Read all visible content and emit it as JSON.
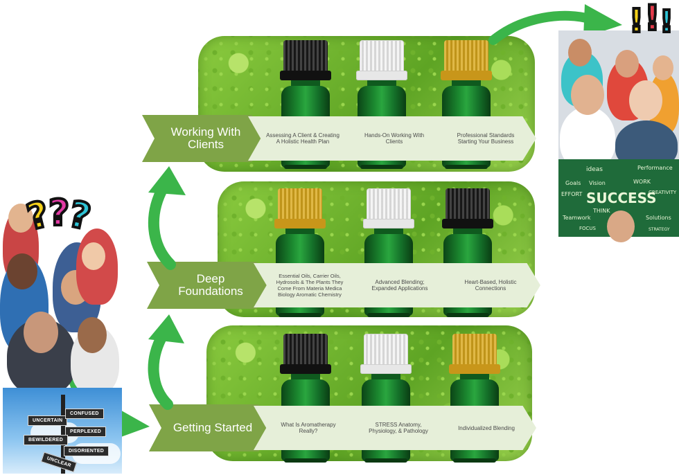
{
  "tiers": [
    {
      "title": "Working With Clients",
      "steps": [
        "Assessing A Client & Creating A Holistic Health Plan",
        "Hands-On Working With Clients",
        "Professional Standards Starting Your Business"
      ],
      "caps": [
        "black",
        "white",
        "gold"
      ]
    },
    {
      "title": "Deep Foundations",
      "steps": [
        "Essential Oils, Carrier Oils, Hydrosols & The Plants They Come From Materia Medica Biology Aromatic Chemistry",
        "Advanced Blending; Expanded Applications",
        "Heart-Based, Holistic Connections"
      ],
      "caps": [
        "gold",
        "white",
        "black"
      ]
    },
    {
      "title": "Getting Started",
      "steps": [
        "What Is Aromatherapy Really?",
        "STRESS Anatomy, Physiology, & Pathology",
        "Individualized  Blending"
      ],
      "caps": [
        "black",
        "white",
        "gold"
      ]
    }
  ],
  "signpost": [
    "UNCERTAIN",
    "CONFUSED",
    "PERPLEXED",
    "BEWILDERED",
    "DISORIENTED",
    "UNCLEAR"
  ],
  "question_marks": [
    "?",
    "?",
    "?"
  ],
  "exclamation_marks": [
    "!",
    "!",
    "!"
  ],
  "board_words": [
    "Goals",
    "ideas",
    "Vision",
    "Performance",
    "WORK",
    "EFFORT",
    "SUCCESS",
    "CREATIVITY",
    "Teamwork",
    "THINK",
    "Solutions",
    "FOCUS",
    "STRATEGY"
  ],
  "colors": {
    "chevron_main": "#7fa447",
    "chevron_step": "#e6efd9",
    "arrow": "#3bb54a"
  }
}
